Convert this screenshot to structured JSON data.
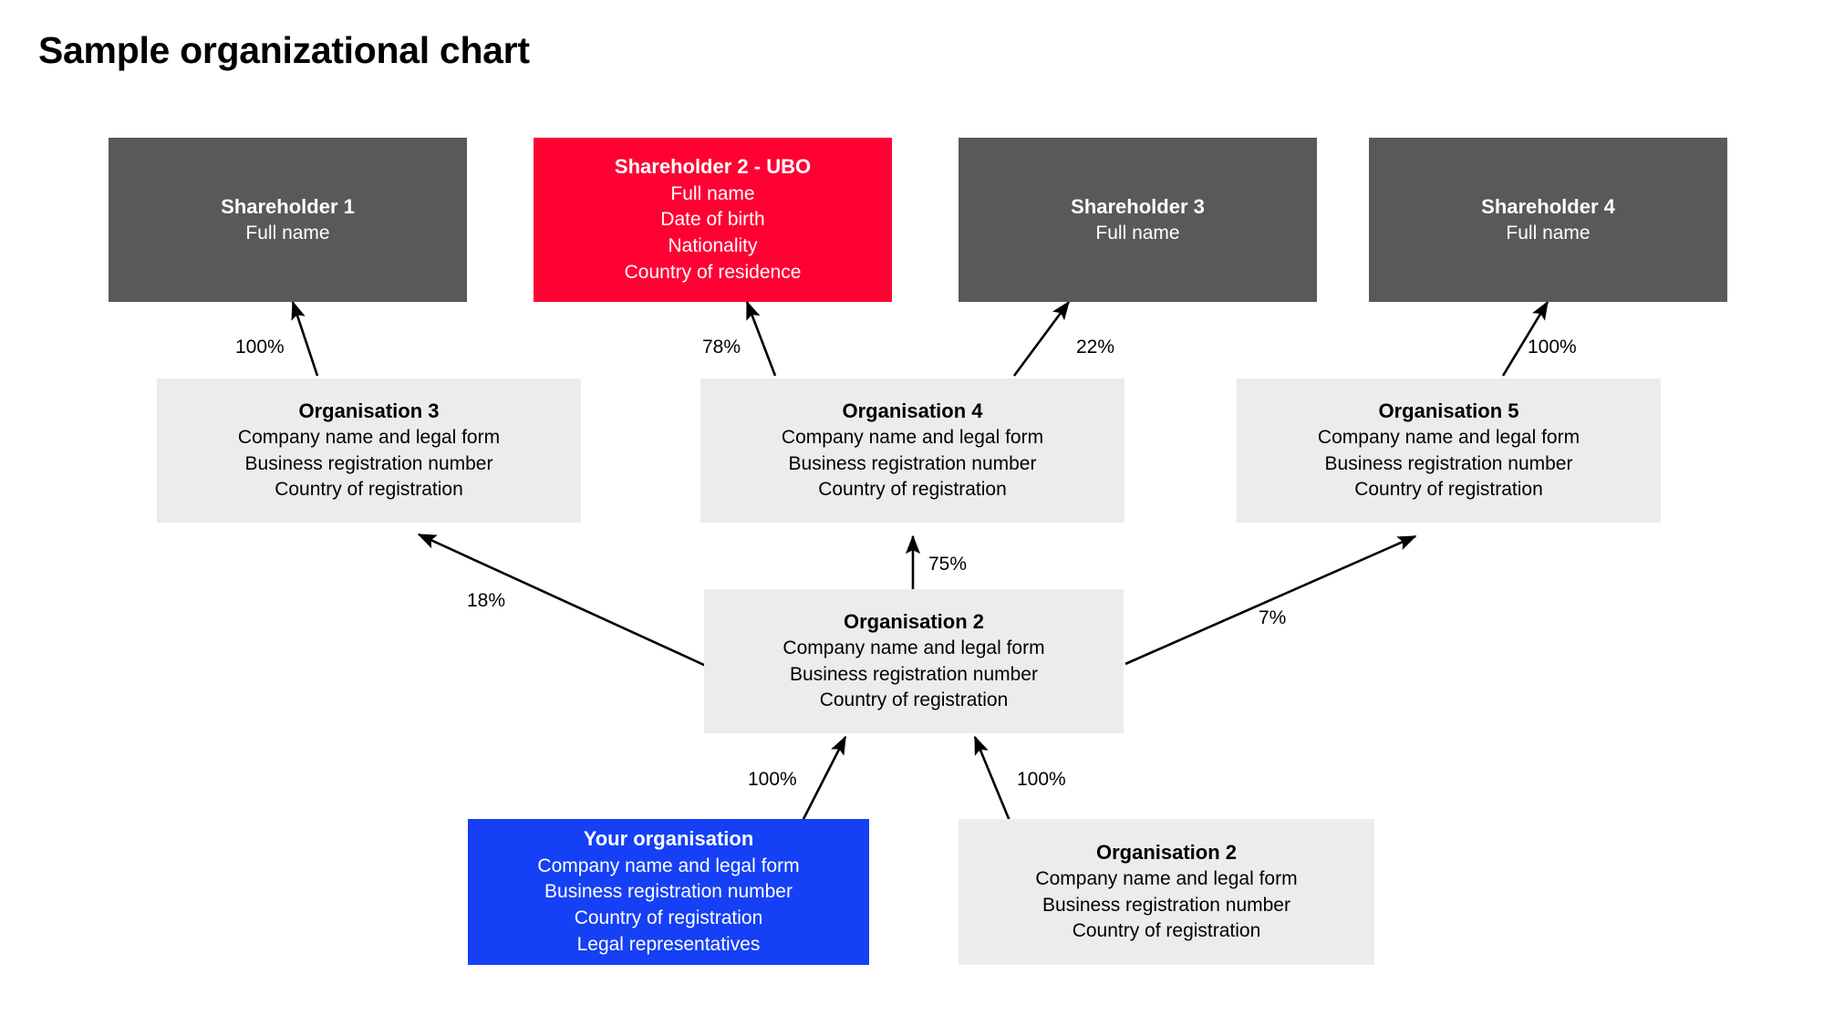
{
  "page": {
    "title": "Sample organizational chart",
    "background_color": "#ffffff"
  },
  "palette": {
    "shareholder_box": "#595959",
    "ubo_box": "#ff0033",
    "organisation_box": "#ececec",
    "your_organisation_box": "#1540f5",
    "text_on_dark": "#ffffff",
    "text_on_light": "#000000",
    "connector": "#000000"
  },
  "chart_data": {
    "type": "diagram",
    "title": "Sample organizational chart",
    "nodes": [
      {
        "id": "shareholder1",
        "kind": "shareholder",
        "title": "Shareholder 1",
        "lines": [
          "Full name"
        ],
        "color": "#595959"
      },
      {
        "id": "shareholder2",
        "kind": "ubo",
        "title": "Shareholder 2 - UBO",
        "lines": [
          "Full name",
          "Date of birth",
          "Nationality",
          "Country of residence"
        ],
        "color": "#ff0033"
      },
      {
        "id": "shareholder3",
        "kind": "shareholder",
        "title": "Shareholder 3",
        "lines": [
          "Full name"
        ],
        "color": "#595959"
      },
      {
        "id": "shareholder4",
        "kind": "shareholder",
        "title": "Shareholder 4",
        "lines": [
          "Full name"
        ],
        "color": "#595959"
      },
      {
        "id": "organisation3",
        "kind": "organisation",
        "title": "Organisation 3",
        "lines": [
          "Company name and legal form",
          "Business registration number",
          "Country of registration"
        ],
        "color": "#ececec"
      },
      {
        "id": "organisation4",
        "kind": "organisation",
        "title": "Organisation 4",
        "lines": [
          "Company name and legal form",
          "Business registration number",
          "Country of registration"
        ],
        "color": "#ececec"
      },
      {
        "id": "organisation5",
        "kind": "organisation",
        "title": "Organisation 5",
        "lines": [
          "Company name and legal form",
          "Business registration number",
          "Country of registration"
        ],
        "color": "#ececec"
      },
      {
        "id": "organisation2_mid",
        "kind": "organisation",
        "title": "Organisation 2",
        "lines": [
          "Company name and legal form",
          "Business registration number",
          "Country of registration"
        ],
        "color": "#ececec"
      },
      {
        "id": "your_organisation",
        "kind": "self",
        "title": "Your organisation",
        "lines": [
          "Company name and legal form",
          "Business registration number",
          "Country of registration",
          "Legal representatives"
        ],
        "color": "#1540f5"
      },
      {
        "id": "organisation2_bottom",
        "kind": "organisation",
        "title": "Organisation 2",
        "lines": [
          "Company name and legal form",
          "Business registration number",
          "Country of registration"
        ],
        "color": "#ececec"
      }
    ],
    "edges": [
      {
        "from": "organisation3",
        "to": "shareholder1",
        "label": "100%"
      },
      {
        "from": "organisation4",
        "to": "shareholder2",
        "label": "78%"
      },
      {
        "from": "organisation4",
        "to": "shareholder3",
        "label": "22%"
      },
      {
        "from": "organisation5",
        "to": "shareholder4",
        "label": "100%"
      },
      {
        "from": "organisation2_mid",
        "to": "organisation3",
        "label": "18%"
      },
      {
        "from": "organisation2_mid",
        "to": "organisation4",
        "label": "75%"
      },
      {
        "from": "organisation2_mid",
        "to": "organisation5",
        "label": "7%"
      },
      {
        "from": "your_organisation",
        "to": "organisation2_mid",
        "label": "100%"
      },
      {
        "from": "organisation2_bottom",
        "to": "organisation2_mid",
        "label": "100%"
      }
    ]
  },
  "edge_labels": {
    "sh1_100": "100%",
    "sh2_78": "78%",
    "sh3_22": "22%",
    "sh4_100": "100%",
    "org3_18": "18%",
    "org4_75": "75%",
    "org5_7": "7%",
    "self_100": "100%",
    "org2b_100": "100%"
  }
}
